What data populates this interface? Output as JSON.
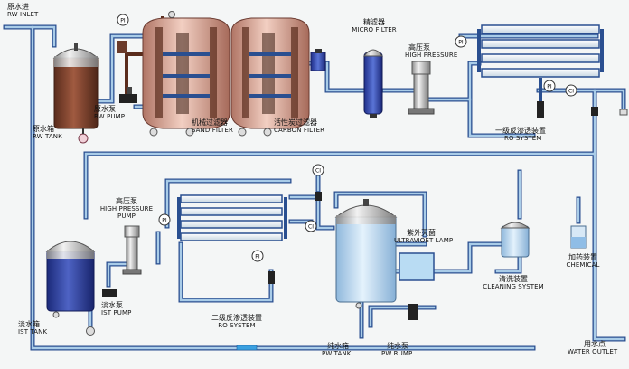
{
  "labels": {
    "raw_water_inlet": {
      "cn": "原水进",
      "en": "RW INLET"
    },
    "raw_water_tank": {
      "cn": "原水箱",
      "en": "RW TANK"
    },
    "raw_water_pump": {
      "cn": "原水泵",
      "en": "RW PUMP"
    },
    "sand_filter": {
      "cn": "机械过滤器",
      "en": "SAND FILTER"
    },
    "carbon_filter": {
      "cn": "活性炭过滤器",
      "en": "CARBON FILTER"
    },
    "micro_filter": {
      "cn": "精滤器",
      "en": "MICRO FILTER"
    },
    "high_pressure_pump_1": {
      "cn": "高压泵",
      "en": "HIGH PRESSURE"
    },
    "ro_system_1": {
      "cn": "一级反渗透装置",
      "en": "RO SYSTEM"
    },
    "high_pressure_pump_2": {
      "cn": "高压泵",
      "en1": "HIGH PRESSURE",
      "en2": "PUMP"
    },
    "first_stage_tank": {
      "cn": "淡水箱",
      "en": "IST TANK"
    },
    "first_stage_pump": {
      "cn": "淡水泵",
      "en": "IST PUMP"
    },
    "ro_system_2": {
      "cn": "二级反渗透装置",
      "en": "RO SYSTEM"
    },
    "uv_lamp": {
      "cn": "紫外灭菌",
      "en": "ULTRAVIOET LAMP"
    },
    "cleaning_device": {
      "cn": "清洗装置",
      "en": "CLEANING SYSTEM"
    },
    "chemical_dosing": {
      "cn": "加药装置",
      "en": "CHEMICAL"
    },
    "pure_water_tank": {
      "cn": "纯水箱",
      "en": "PW TANK"
    },
    "pure_water_pump": {
      "cn": "纯水泵",
      "en": "PW RUMP"
    },
    "water_outlet": {
      "cn": "用水点",
      "en": "WATER OUTLET"
    }
  },
  "instrument_tags": {
    "pressure": "PI",
    "conductivity": "CI"
  },
  "colors": {
    "pipe_outline": "#2a4f90",
    "pipe_fill": "#a9cce8",
    "raw_water": "#8a4a2f",
    "first_tank_water": "#2d3e9e",
    "pure_water": "#c9e4f6",
    "filter_vessel": "#c98a7a",
    "ro_membrane": "#dfe8ef"
  }
}
